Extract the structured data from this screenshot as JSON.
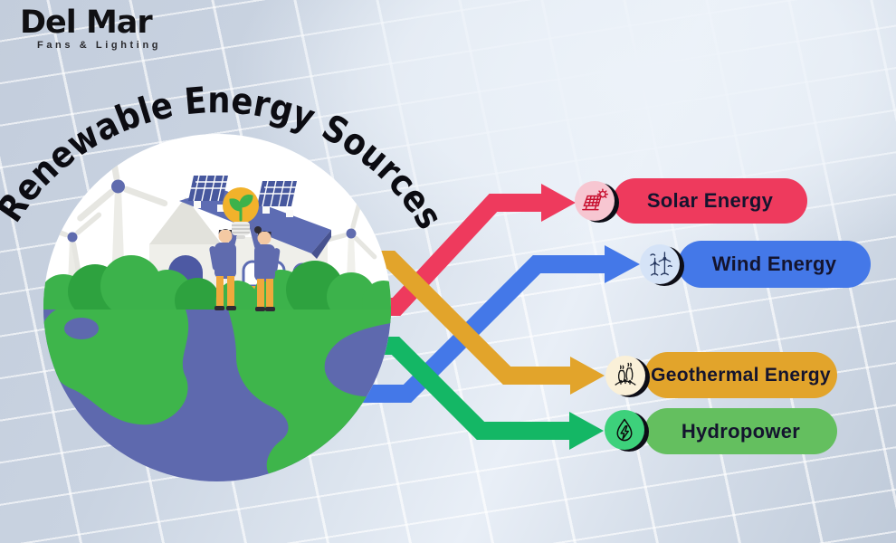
{
  "brand": {
    "name": "Del Mar",
    "tagline": "Fans & Lighting"
  },
  "title": "Renewable Energy Sources",
  "energy_sources": [
    {
      "label": "Solar Energy",
      "color": "#ee3a5d",
      "icon": "solar-panel-sun-icon",
      "icon_bg": "#f7c6d1"
    },
    {
      "label": "Wind Energy",
      "color": "#4478e8",
      "icon": "wind-turbines-icon",
      "icon_bg": "#d5e3f7"
    },
    {
      "label": "Geothermal Energy",
      "color": "#e2a42b",
      "icon": "geothermal-plant-icon",
      "icon_bg": "#faf0d8"
    },
    {
      "label": "Hydropower",
      "color": "#64bf5f",
      "icon": "water-drop-bolt-icon",
      "icon_bg": "#3dd17b"
    }
  ],
  "arrows": [
    {
      "to": "Solar Energy",
      "color": "#ee3a5d"
    },
    {
      "to": "Wind Energy",
      "color": "#4478e8"
    },
    {
      "to": "Geothermal Energy",
      "color": "#e2a42b"
    },
    {
      "to": "Hydropower",
      "color": "#14b765"
    }
  ],
  "colors": {
    "earth_blue": "#5e69ae",
    "earth_green": "#3eb54b",
    "roof_blue": "#5d6cb3",
    "accent_yellow": "#efa93c",
    "pill_text": "#14142e",
    "title_text": "#0c0c12"
  }
}
